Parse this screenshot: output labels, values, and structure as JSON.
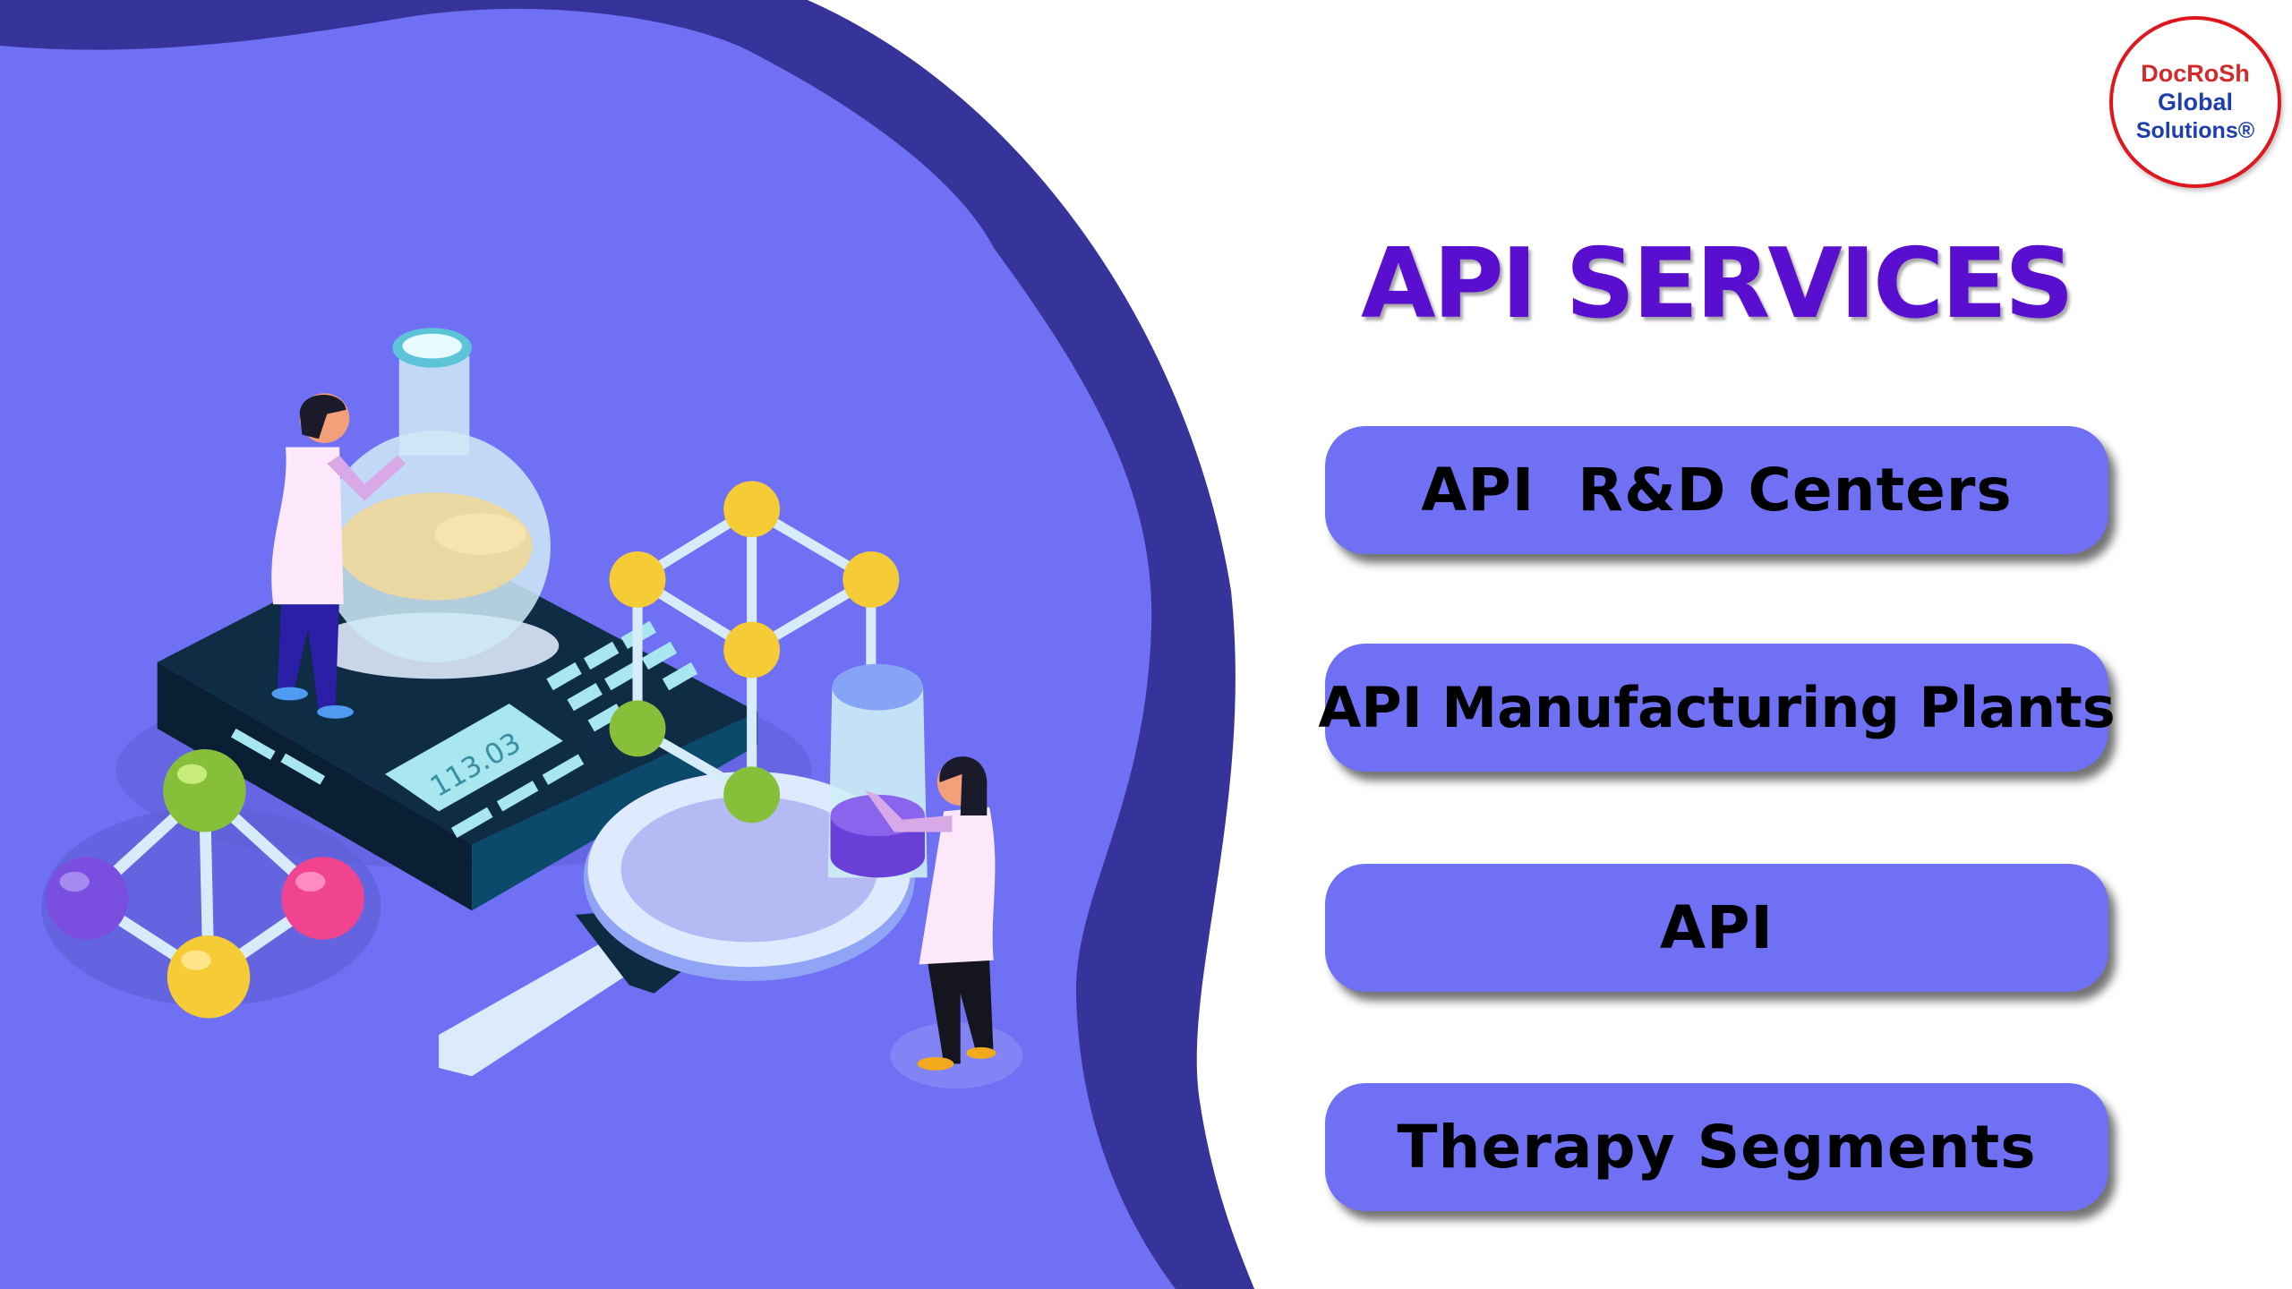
{
  "title": "API SERVICES",
  "logo": {
    "line1": "DocRoSh",
    "line2": "Global",
    "line3": "Solutions®"
  },
  "services": [
    {
      "label": "API  R&D Centers"
    },
    {
      "label": "API Manufacturing Plants"
    },
    {
      "label": "API"
    },
    {
      "label": "Therapy Segments"
    }
  ],
  "illustration": {
    "scale_display": "113.03"
  },
  "colors": {
    "panel": "#7070f4",
    "band": "#36349a",
    "title": "#5a0fd0",
    "logo_red": "#e0161e",
    "logo_blue": "#1d3fae"
  }
}
